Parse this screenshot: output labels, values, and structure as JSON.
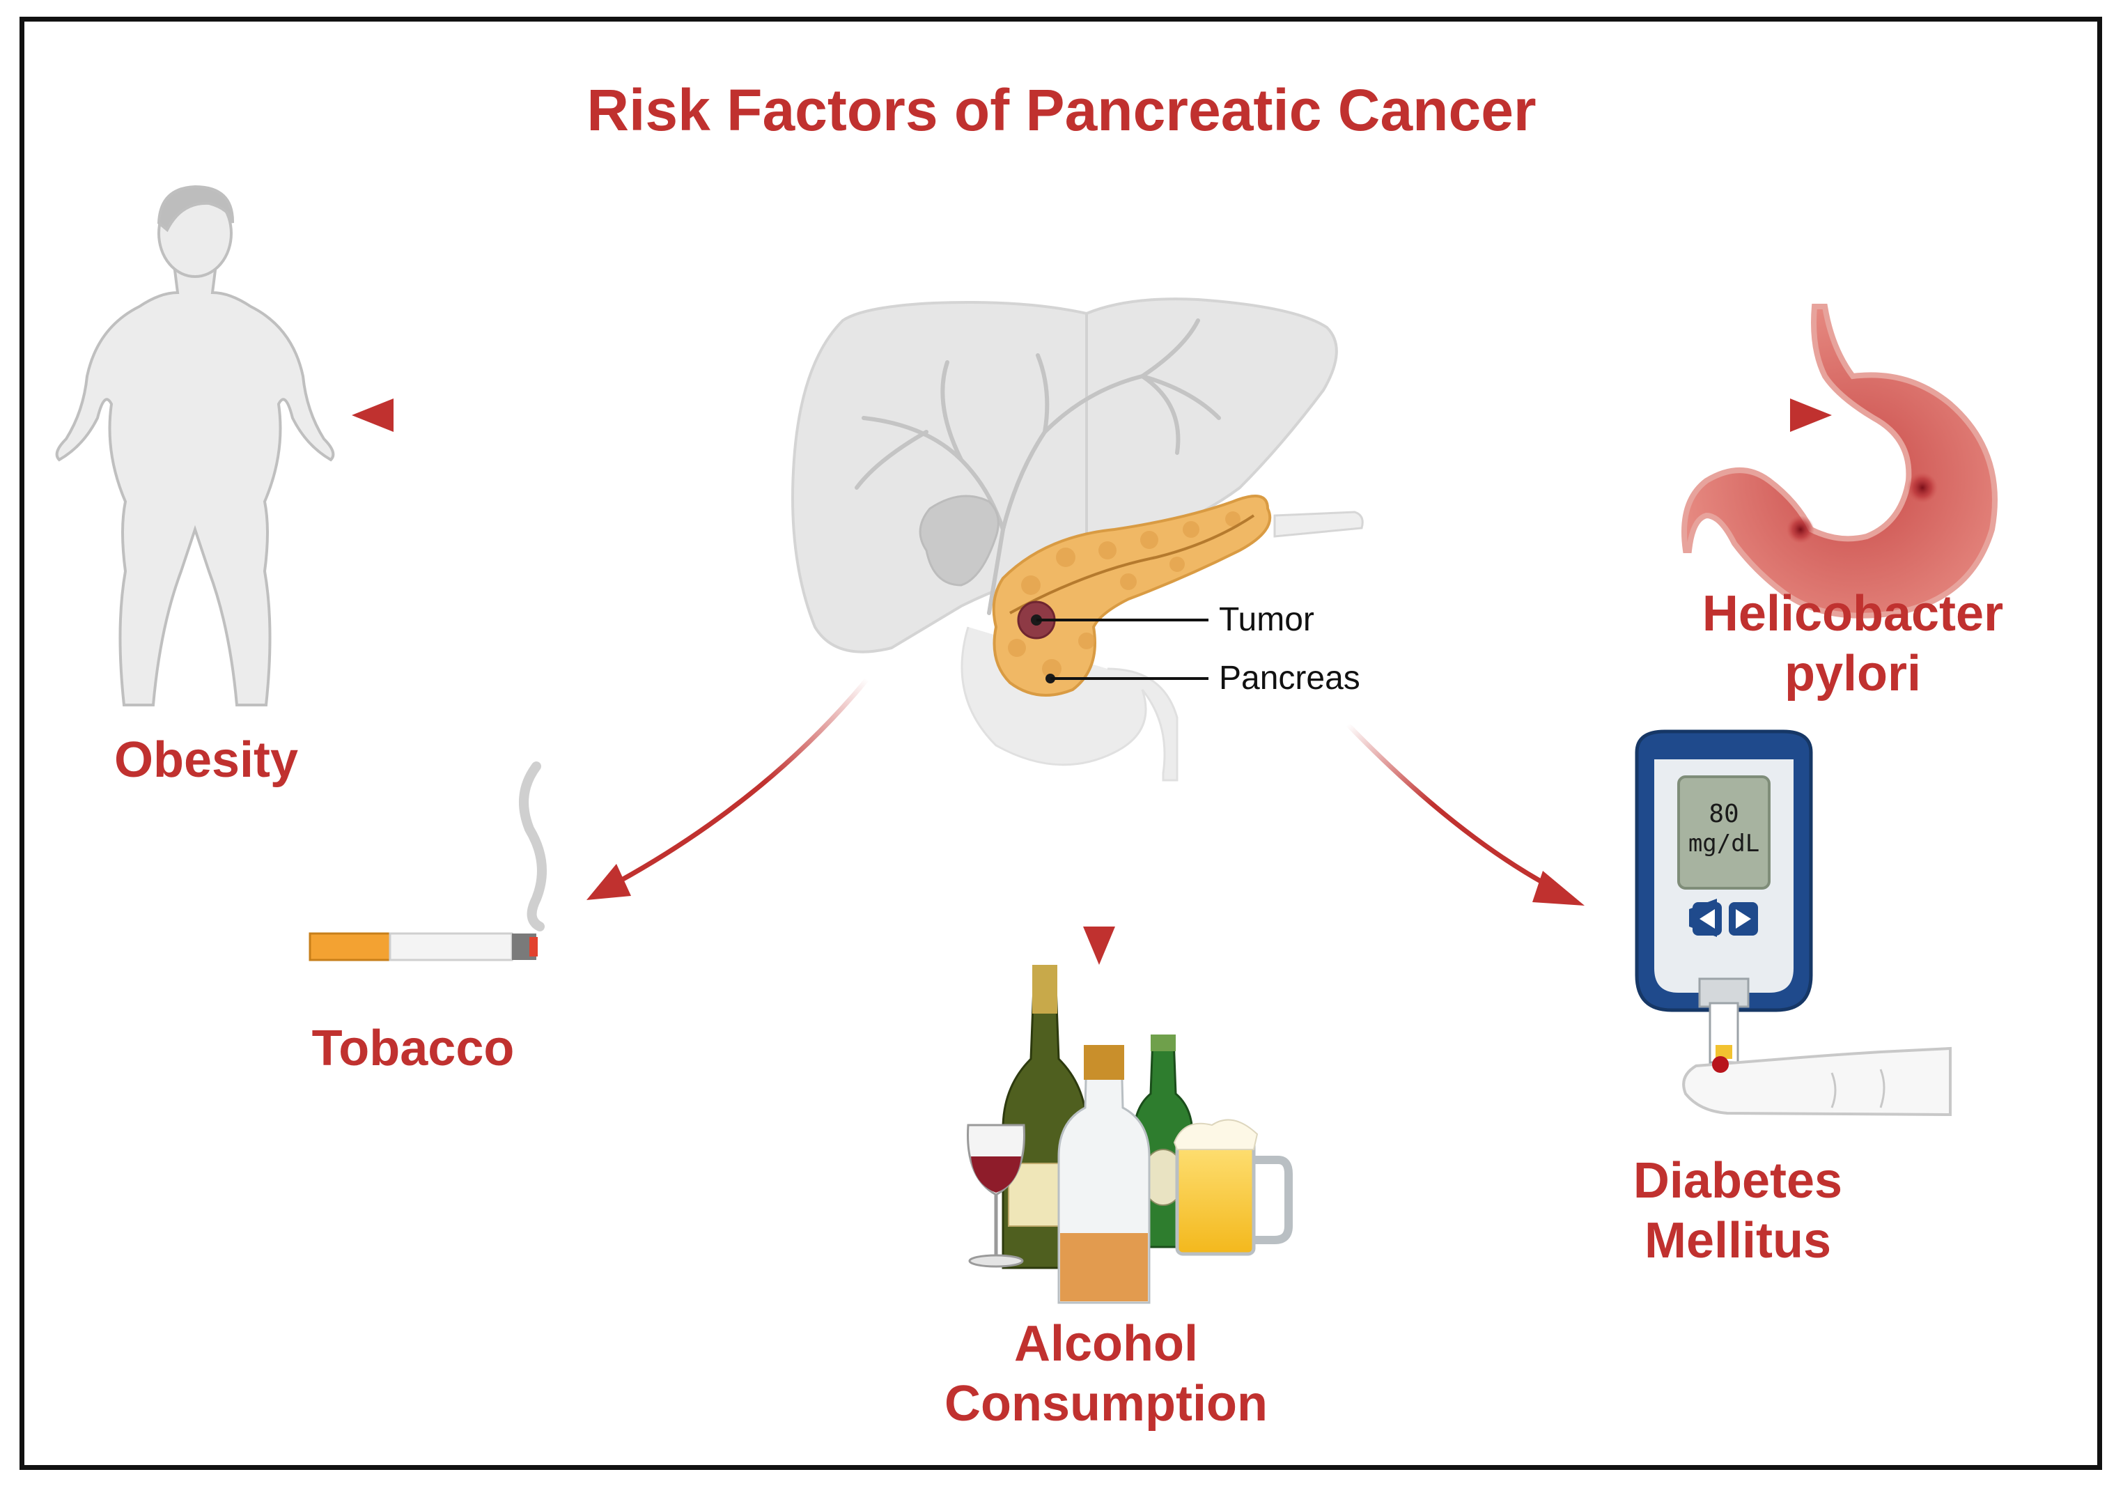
{
  "title": "Risk Factors of Pancreatic Cancer",
  "colors": {
    "accent_red": "#c0312f",
    "organ_gray": "#e6e6e6",
    "pancreas_orange": "#f0b865",
    "tumor": "#8e3a45",
    "stomach": "#e58a82"
  },
  "center": {
    "tumor_label": "Tumor",
    "pancreas_label": "Pancreas"
  },
  "factors": {
    "obesity": {
      "label": [
        "Obesity"
      ],
      "icon": "obese-figure-icon"
    },
    "helicobacter": {
      "label": [
        "Helicobacter",
        "pylori"
      ],
      "icon": "stomach-icon"
    },
    "tobacco": {
      "label": [
        "Tobacco"
      ],
      "icon": "cigarette-icon"
    },
    "alcohol": {
      "label": [
        "Alcohol",
        "Consumption"
      ],
      "icon": "alcohol-bottles-icon"
    },
    "diabetes": {
      "label": [
        "Diabetes",
        "Mellitus"
      ],
      "icon": "glucose-meter-icon",
      "meter_value": "80",
      "meter_unit": "mg/dL"
    }
  }
}
